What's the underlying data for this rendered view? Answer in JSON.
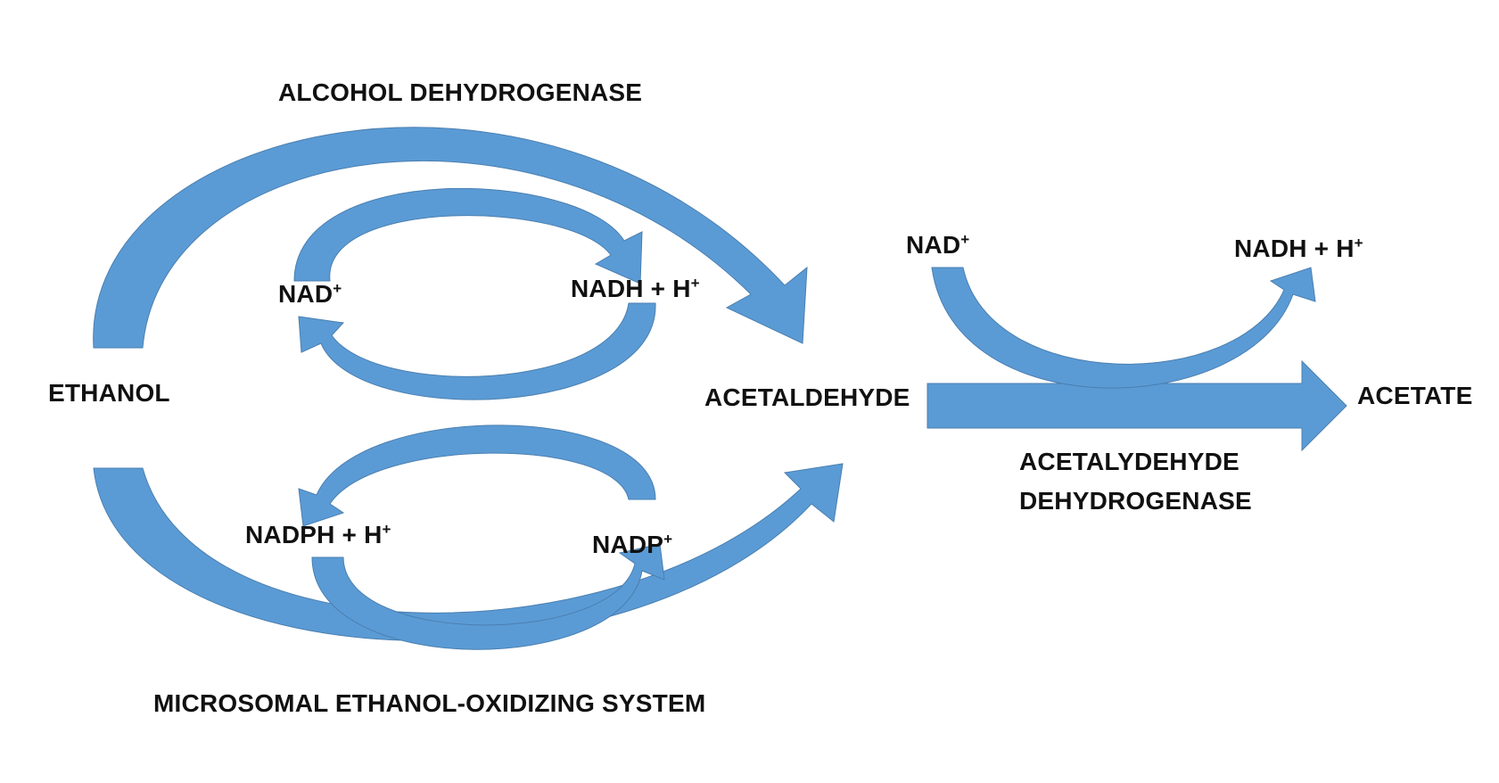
{
  "colors": {
    "arrow_main": "#5b9bd5",
    "arrow_dark": "#4a7fb0",
    "text": "#111111"
  },
  "labels": {
    "adh_enzyme": "ALCOHOL DEHYDROGENASE",
    "meos_enzyme": "MICROSOMAL ETHANOL-OXIDIZING SYSTEM",
    "ethanol": "ETHANOL",
    "acetaldehyde": "ACETALDEHYDE",
    "acetate": "ACETATE",
    "aldh_line1": "ACETALYDEHYDE",
    "aldh_line2": "DEHYDROGENASE",
    "adh_cofactor_in": "NAD",
    "adh_cofactor_in_sup": "+",
    "adh_cofactor_out": "NADH + H",
    "adh_cofactor_out_sup": "+",
    "meos_cofactor_in": "NADPH + H",
    "meos_cofactor_in_sup": "+",
    "meos_cofactor_out": "NADP",
    "meos_cofactor_out_sup": "+",
    "aldh_cofactor_in": "NAD",
    "aldh_cofactor_in_sup": "+",
    "aldh_cofactor_out": "NADH + H",
    "aldh_cofactor_out_sup": "+"
  }
}
